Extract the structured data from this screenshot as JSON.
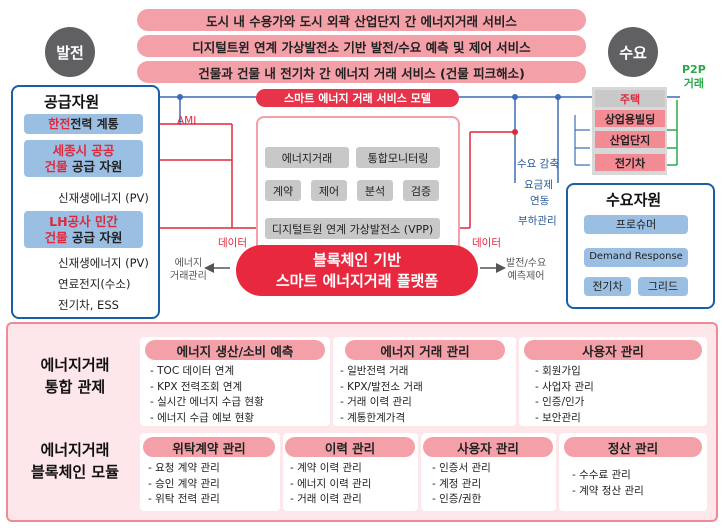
{
  "top_services": [
    "도시 내 수용가와 도시 외곽 산업단지 간 에너지거래 서비스",
    "디지털트윈 연계 가상발전소 기반 발전/수요 예측 및 제어 서비스",
    "건물과 건물 내 전기차 간 에너지 거래 서비스 (건물 피크해소)"
  ],
  "circles": {
    "left": "발전",
    "right": "수요"
  },
  "supply": {
    "title": "공급자원",
    "kepco_red": "한전",
    "kepco_rest": " 전력 계통",
    "sejong_line1": "세종시 공공",
    "sejong_line2_red": "건물",
    "sejong_line2_rest": " 공급 자원",
    "sejong_sub": "신재생에너지 (PV)",
    "lh_line1": "LH공사 민간",
    "lh_line2_red": "건물",
    "lh_line2_rest": " 공급 자원",
    "lh_items": [
      "신재생에너지 (PV)",
      "연료전지(수소)",
      "전기차, ESS"
    ]
  },
  "ami_label": "AMI",
  "service_model_title": "스마트 에너지 거래 서비스 모델",
  "service_tags": [
    "에너지거래",
    "통합모니터링",
    "계약",
    "제어",
    "분석",
    "검증"
  ],
  "vpp_tag": "디지털트윈 연계 가상발전소 (VPP)",
  "data_left": "데이터",
  "data_right": "데이터",
  "platform_line1": "블록체인 기반",
  "platform_line2": "스마트 에너지거래 플랫폼",
  "energy_mgmt_line1": "에너지",
  "energy_mgmt_line2": "거래관리",
  "gen_demand_line1": "발전/수요",
  "gen_demand_line2": "예측제어",
  "p2p_line1": "P2P",
  "p2p_line2": "거래",
  "demand_types": [
    "주택",
    "상업용빌딩",
    "산업단지",
    "전기차"
  ],
  "demand_side_text": [
    "수요 감축",
    "요금제",
    "연동",
    "부하관리"
  ],
  "demand_resource": {
    "title": "수요자원",
    "items": [
      "프로슈머",
      "Demand Response",
      "전기차",
      "그리드"
    ]
  },
  "integrated": {
    "label_line1": "에너지거래",
    "label_line2": "통합 관제",
    "columns": [
      {
        "header": "에너지 생산/소비 예측",
        "items": [
          "TOC 데이터 연계",
          "KPX 전력조회 연계",
          "실시간 에너지 수급 현황",
          "에너지 수급 예보 현황"
        ]
      },
      {
        "header": "에너지 거래 관리",
        "items": [
          "일반전력 거래",
          "KPX/발전소 거래",
          "거래 이력 관리",
          "계통한계가격"
        ]
      },
      {
        "header": "사용자 관리",
        "items": [
          "회원가입",
          "사업자 관리",
          "인증/인가",
          "보안관리"
        ]
      }
    ]
  },
  "blockchain": {
    "label_line1": "에너지거래",
    "label_line2": "블록체인 모듈",
    "columns": [
      {
        "header": "위탁계약 관리",
        "items": [
          "요청 계약 관리",
          "승인 계약 관리",
          "위탁 전력 관리"
        ]
      },
      {
        "header": "이력 관리",
        "items": [
          "계약 이력 관리",
          "에너지 이력 관리",
          "거래 이력 관리"
        ]
      },
      {
        "header": "사용자 관리",
        "items": [
          "인증서 관리",
          "계정 관리",
          "인증/권한"
        ]
      },
      {
        "header": "정산 관리",
        "items": [
          "수수료 관리",
          "계약 정산 관리"
        ]
      }
    ]
  },
  "colors": {
    "pink": "#f4a0a8",
    "red": "#e0283c",
    "blue": "#1b5ea8",
    "lightblue": "#9bbfe2",
    "green": "#2aa84a"
  }
}
